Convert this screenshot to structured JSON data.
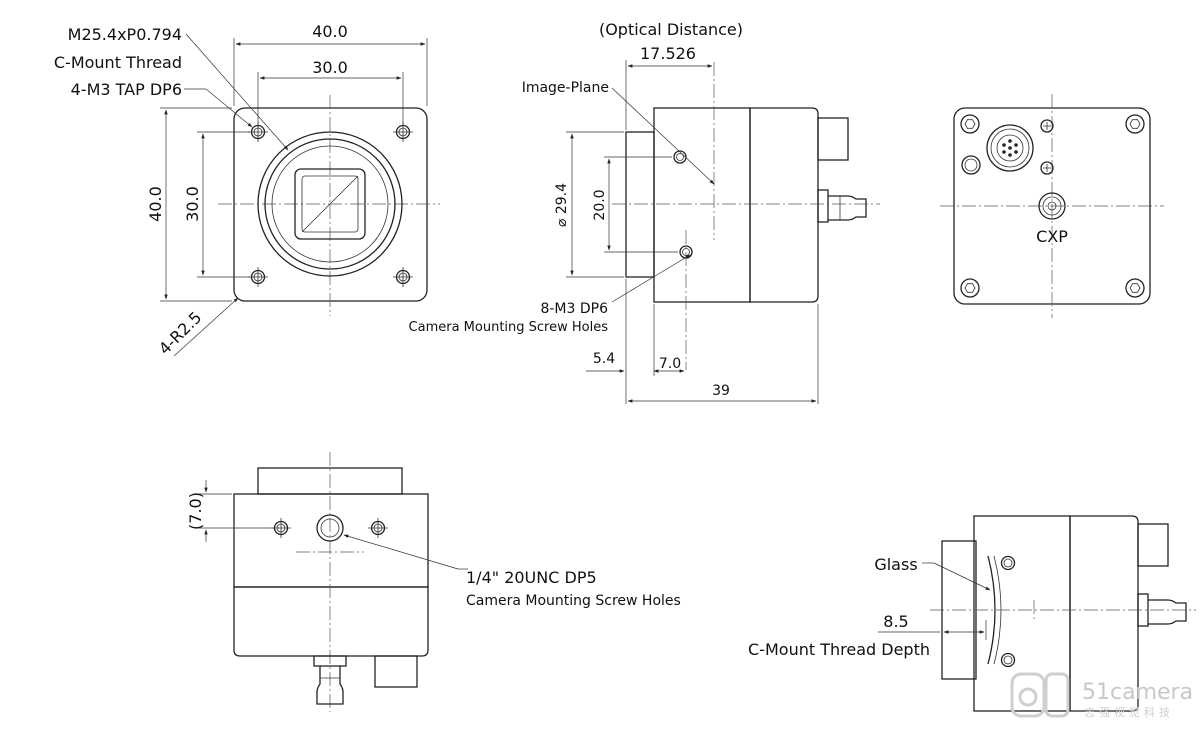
{
  "front_view": {
    "thread_spec": "M25.4xP0.794",
    "thread_name": "C-Mount Thread",
    "tap_spec": "4-M3 TAP DP6",
    "width_outer": "40.0",
    "width_inner": "30.0",
    "height_outer": "40.0",
    "height_inner": "30.0",
    "corner_radius": "4-R2.5"
  },
  "side_view": {
    "optical_distance_label": "(Optical Distance)",
    "optical_distance": "17.526",
    "image_plane_label": "Image-Plane",
    "diameter": "⌀ 29.4",
    "inner_height": "20.0",
    "screw_spec": "8-M3 DP6",
    "screw_desc": "Camera Mounting Screw Holes",
    "flange_length": "5.4",
    "screw_offset": "7.0",
    "total_length": "39"
  },
  "rear_view": {
    "connector_label": "CXP"
  },
  "bottom_view": {
    "offset": "(7.0)",
    "screw_spec": "1/4\" 20UNC DP5",
    "screw_desc": "Camera Mounting Screw Holes"
  },
  "section_view": {
    "glass_label": "Glass",
    "thread_depth": "8.5",
    "thread_depth_label": "C-Mount Thread Depth"
  },
  "watermark": {
    "brand": "51camera",
    "subtitle": "志强视觉科技"
  }
}
